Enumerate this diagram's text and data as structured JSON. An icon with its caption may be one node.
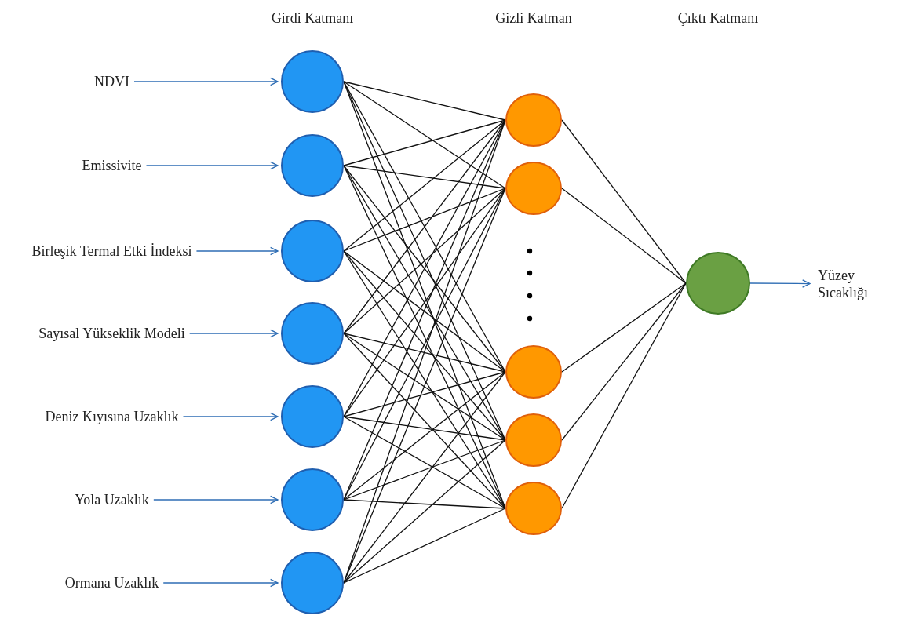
{
  "diagram": {
    "nodes": [
      {
        "text": [
          "NDVI"
        ]
      },
      {
        "text": [
          "Emissivite"
        ]
      },
      {
        "text": [
          "Birleşik Termal Etki İndeksi"
        ]
      },
      {
        "text": [
          "Sayısal Yükseklik Modeli"
        ]
      },
      {
        "text": [
          "Deniz Kıyısına Uzaklık"
        ]
      },
      {
        "text": [
          "Yola Uzaklık"
        ]
      },
      {
        "text": [
          "Ormana Uzaklık"
        ]
      },
      {
        "text": [],
        "shape": "circle"
      },
      {
        "text": [],
        "shape": "circle"
      },
      {
        "text": [],
        "shape": "circle"
      },
      {
        "text": [],
        "shape": "circle"
      },
      {
        "text": [],
        "shape": "circle"
      },
      {
        "text": [],
        "shape": "circle"
      },
      {
        "text": [],
        "shape": "circle"
      },
      {
        "text": [],
        "shape": "circle"
      },
      {
        "text": [],
        "shape": "circle"
      },
      {
        "text": [],
        "shape": "circle"
      },
      {
        "text": [],
        "shape": "circle"
      },
      {
        "text": [],
        "shape": "circle"
      },
      {
        "text": [],
        "shape": "circle"
      },
      {
        "text": [
          "Yüzey Sıcaklığı"
        ]
      }
    ],
    "edges": [
      {
        "from": 0,
        "to": 7,
        "arrow": "to",
        "color": "#2e6db4"
      },
      {
        "from": 1,
        "to": 8,
        "arrow": "to",
        "color": "#2e6db4"
      },
      {
        "from": 2,
        "to": 9,
        "arrow": "to",
        "color": "#2e6db4"
      },
      {
        "from": 3,
        "to": 10,
        "arrow": "to",
        "color": "#2e6db4"
      },
      {
        "from": 4,
        "to": 11,
        "arrow": "to",
        "color": "#2e6db4"
      },
      {
        "from": 5,
        "to": 12,
        "arrow": "to",
        "color": "#2e6db4"
      },
      {
        "from": 6,
        "to": 13,
        "arrow": "to",
        "color": "#2e6db4"
      },
      {
        "from": 7,
        "to": 14,
        "arrow": "none"
      },
      {
        "from": 7,
        "to": 15,
        "arrow": "none"
      },
      {
        "from": 7,
        "to": 16,
        "arrow": "none"
      },
      {
        "from": 7,
        "to": 17,
        "arrow": "none"
      },
      {
        "from": 7,
        "to": 18,
        "arrow": "none"
      },
      {
        "from": 8,
        "to": 14,
        "arrow": "none"
      },
      {
        "from": 8,
        "to": 15,
        "arrow": "none"
      },
      {
        "from": 8,
        "to": 16,
        "arrow": "none"
      },
      {
        "from": 8,
        "to": 17,
        "arrow": "none"
      },
      {
        "from": 8,
        "to": 18,
        "arrow": "none"
      },
      {
        "from": 9,
        "to": 14,
        "arrow": "none"
      },
      {
        "from": 9,
        "to": 15,
        "arrow": "none"
      },
      {
        "from": 9,
        "to": 16,
        "arrow": "none"
      },
      {
        "from": 9,
        "to": 17,
        "arrow": "none"
      },
      {
        "from": 9,
        "to": 18,
        "arrow": "none"
      },
      {
        "from": 10,
        "to": 14,
        "arrow": "none"
      },
      {
        "from": 10,
        "to": 15,
        "arrow": "none"
      },
      {
        "from": 10,
        "to": 16,
        "arrow": "none"
      },
      {
        "from": 10,
        "to": 17,
        "arrow": "none"
      },
      {
        "from": 10,
        "to": 18,
        "arrow": "none"
      },
      {
        "from": 11,
        "to": 14,
        "arrow": "none"
      },
      {
        "from": 11,
        "to": 15,
        "arrow": "none"
      },
      {
        "from": 11,
        "to": 16,
        "arrow": "none"
      },
      {
        "from": 11,
        "to": 17,
        "arrow": "none"
      },
      {
        "from": 11,
        "to": 18,
        "arrow": "none"
      },
      {
        "from": 12,
        "to": 14,
        "arrow": "none"
      },
      {
        "from": 12,
        "to": 15,
        "arrow": "none"
      },
      {
        "from": 12,
        "to": 16,
        "arrow": "none"
      },
      {
        "from": 12,
        "to": 17,
        "arrow": "none"
      },
      {
        "from": 12,
        "to": 18,
        "arrow": "none"
      },
      {
        "from": 13,
        "to": 14,
        "arrow": "none"
      },
      {
        "from": 13,
        "to": 15,
        "arrow": "none"
      },
      {
        "from": 13,
        "to": 16,
        "arrow": "none"
      },
      {
        "from": 13,
        "to": 17,
        "arrow": "none"
      },
      {
        "from": 13,
        "to": 18,
        "arrow": "none"
      },
      {
        "from": 14,
        "to": 19,
        "arrow": "none"
      },
      {
        "from": 15,
        "to": 19,
        "arrow": "none"
      },
      {
        "from": 16,
        "to": 19,
        "arrow": "none"
      },
      {
        "from": 17,
        "to": 19,
        "arrow": "none"
      },
      {
        "from": 18,
        "to": 19,
        "arrow": "none"
      },
      {
        "from": 19,
        "to": 20,
        "arrow": "to",
        "color": "#2e6db4"
      }
    ],
    "labels": [
      "Girdi Katmanı",
      "Gizli Katman",
      "Çıktı Katmanı"
    ]
  }
}
